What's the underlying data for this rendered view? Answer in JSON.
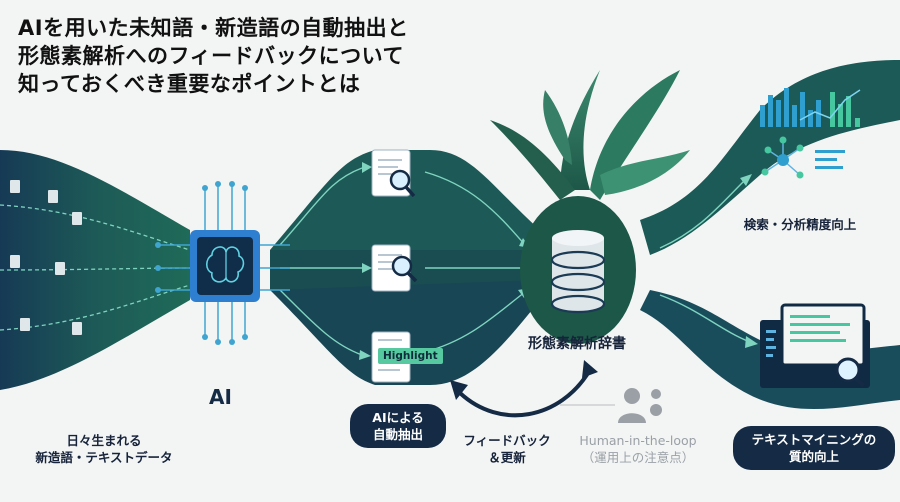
{
  "title": {
    "line1": "AIを用いた未知語・新造語の自動抽出と",
    "line2": "形態素解析へのフィードバックについて",
    "line3": "知っておくべき重要なポイントとは"
  },
  "nodes": {
    "input_source": {
      "line1": "日々生まれる",
      "line2": "新造語・テキストデータ"
    },
    "ai": "AI",
    "extraction": {
      "line1": "AIによる",
      "line2": "自動抽出"
    },
    "highlight_tag": "Highlight",
    "dictionary": "形態素解析辞書",
    "feedback": {
      "line1": "フィードバック",
      "line2": "＆更新"
    },
    "human_in_loop": {
      "line1": "Human-in-the-loop",
      "line2": "（運用上の注意点）"
    },
    "search_analysis": "検索・分析精度向上",
    "text_mining": {
      "line1": "テキストマイニングの",
      "line2": "質的向上"
    }
  },
  "colors": {
    "dark_navy": "#142a45",
    "deep_green": "#1f5a4e",
    "teal": "#3fa592",
    "mint": "#56c9a0",
    "blue": "#2f7fd0"
  },
  "icons": [
    "document-icon",
    "brain-chip-icon",
    "magnifier-icon",
    "database-icon",
    "plant-icon",
    "person-gear-icon",
    "chart-icon",
    "network-icon",
    "monitor-icon"
  ]
}
